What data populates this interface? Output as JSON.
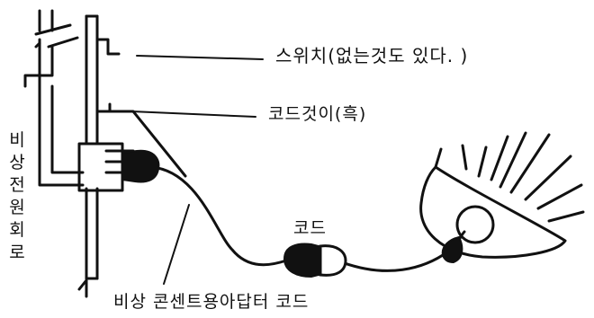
{
  "labels": {
    "switch": "스위치(없는것도 있다. )",
    "cord_hook": "코드것이(흑)",
    "cord": "코드",
    "adapter_cord": "비상 콘센트용아답터 코드",
    "emergency_circuit": "비상전원회로"
  },
  "colors": {
    "ink": "#111111",
    "background": "#ffffff"
  }
}
